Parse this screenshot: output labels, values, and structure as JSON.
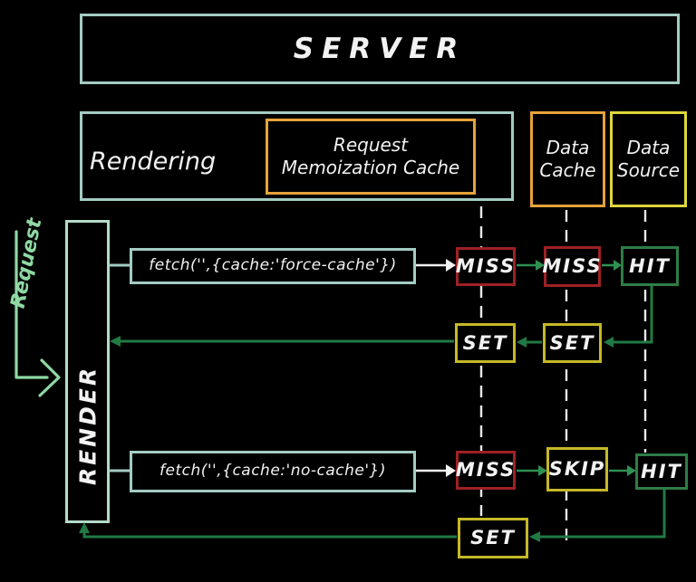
{
  "colors": {
    "background": "#000000",
    "teal": "#a3ccc2",
    "render_green": "#b4dbc8",
    "request_green": "#8fd8a4",
    "orange": "#e6a33a",
    "yellow": "#c5b828",
    "source_yellow": "#ddd63c",
    "red": "#9e2125",
    "hit_green": "#2e7d46",
    "arrow_green": "#2e9152",
    "return_green": "#217a44",
    "white": "#f2f2f2",
    "dash_white": "#e9e9e9"
  },
  "boxes": {
    "server": "SERVER",
    "rendering": "Rendering",
    "memo_cache": [
      "Request",
      "Memoization Cache"
    ],
    "data_cache": [
      "Data",
      "Cache"
    ],
    "data_source": [
      "Data",
      "Source"
    ],
    "render": "RENDER",
    "request_label": "Request"
  },
  "flow1": {
    "fetch": "fetch('',{cache:'force-cache'})",
    "memo_result": "MISS",
    "cache_result": "MISS",
    "source_result": "HIT",
    "cache_set": "SET",
    "memo_set": "SET"
  },
  "flow2": {
    "fetch": "fetch('',{cache:'no-cache'})",
    "memo_result": "MISS",
    "cache_result": "SKIP",
    "source_result": "HIT",
    "cache_set": "SET"
  }
}
